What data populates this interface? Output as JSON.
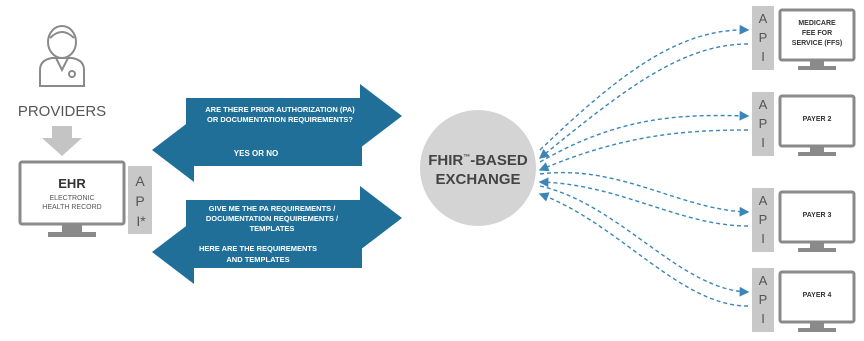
{
  "colors": {
    "arrow_blue": "#1f6f99",
    "arrow_blue_dark": "#175a7e",
    "api_gray": "#c8c8c8",
    "monitor_gray": "#8a8a8a",
    "hub_gray": "#d4d4d4",
    "text_dark": "#333333",
    "dashed_link": "#3b86b8"
  },
  "providers": {
    "icon": "doctor-icon",
    "label": "PROVIDERS",
    "down_arrow_icon": "gray-down-arrow-icon"
  },
  "ehr": {
    "title": "EHR",
    "sub1": "ELECTRONIC",
    "sub2": "HEALTH RECORD",
    "api_letters": [
      "A",
      "P",
      "I*"
    ]
  },
  "messages": {
    "msg1_line1": "ARE THERE PRIOR AUTHORIZATION (PA)",
    "msg1_line2": "OR DOCUMENTATION REQUIREMENTS?",
    "msg2": "YES OR NO",
    "msg3_line1": "GIVE ME THE PA REQUIREMENTS /",
    "msg3_line2": "DOCUMENTATION REQUIREMENTS /",
    "msg3_line3": "TEMPLATES",
    "msg4_line1": "HERE ARE THE REQUIREMENTS",
    "msg4_line2": "AND TEMPLATES"
  },
  "hub": {
    "line1": "FHIR",
    "trademark": "™",
    "line1_rest": "-BASED",
    "line2": "EXCHANGE"
  },
  "payers": [
    {
      "api_letters": [
        "A",
        "P",
        "I"
      ],
      "line1": "MEDICARE",
      "line2": "FEE FOR",
      "line3": "SERVICE (FFS)"
    },
    {
      "api_letters": [
        "A",
        "P",
        "I"
      ],
      "line1": "PAYER 2",
      "line2": "",
      "line3": ""
    },
    {
      "api_letters": [
        "A",
        "P",
        "I"
      ],
      "line1": "PAYER 3",
      "line2": "",
      "line3": ""
    },
    {
      "api_letters": [
        "A",
        "P",
        "I"
      ],
      "line1": "PAYER 4",
      "line2": "",
      "line3": ""
    }
  ]
}
